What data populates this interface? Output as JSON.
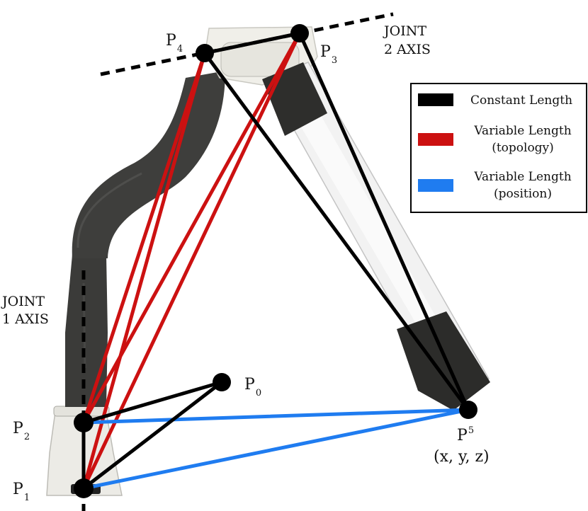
{
  "figure": {
    "joint1_axis": [
      "JOINT",
      "1 AXIS"
    ],
    "joint2_axis": [
      "JOINT",
      "2 AXIS"
    ],
    "points": {
      "p0": {
        "base": "P",
        "sub": "0"
      },
      "p1": {
        "base": "P",
        "sub": "1"
      },
      "p2": {
        "base": "P",
        "sub": "2"
      },
      "p3": {
        "base": "P",
        "sub": "3"
      },
      "p4": {
        "base": "P",
        "sub": "4"
      },
      "p5": {
        "base": "P",
        "sub": "5"
      }
    },
    "p5_coords": "(x, y, z)"
  },
  "legend": {
    "constant": [
      "Constant Length"
    ],
    "topology": [
      "Variable Length",
      "(topology)"
    ],
    "position": [
      "Variable Length",
      "(position)"
    ]
  },
  "colors": {
    "constant": "#000000",
    "topology": "#cc1111",
    "position": "#1f7cf0",
    "arm_dark": "#3a3a38",
    "arm_white": "#f1f1f1"
  }
}
